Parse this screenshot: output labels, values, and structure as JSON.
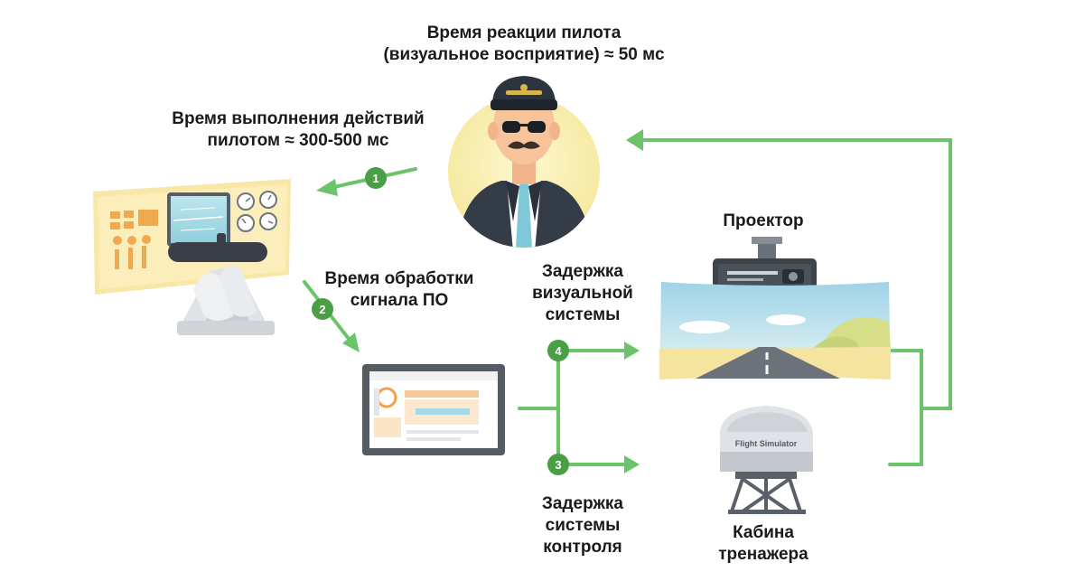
{
  "labels": {
    "pilot_reaction": {
      "line1": "Время реакции пилота",
      "line2": "(визуальное восприятие) ≈ 50 мс"
    },
    "pilot_action": {
      "line1": "Время выполнения действий",
      "line2": "пилотом ≈ 300-500 мс"
    },
    "processing": {
      "line1": "Время обработки",
      "line2": "сигнала ПО"
    },
    "visual_delay": {
      "line1": "Задержка",
      "line2": "визуальной",
      "line3": "системы"
    },
    "control_delay": {
      "line1": "Задержка",
      "line2": "системы",
      "line3": "контроля"
    },
    "projector": "Проектор",
    "cabin": {
      "line1": "Кабина",
      "line2": "тренажера"
    }
  },
  "steps": [
    "1",
    "2",
    "3",
    "4"
  ],
  "simulator_badge": "Flight Simulator",
  "colors": {
    "arrow": "#6cc46a",
    "badge": "#4a9e45",
    "glow": "#fbf2b8",
    "suit": "#343c48",
    "tie": "#7ec8d8"
  },
  "icons": [
    "pilot-icon",
    "cockpit-panel-icon",
    "laptop-icon",
    "projector-icon",
    "screen-landscape-icon",
    "simulator-cabin-icon"
  ]
}
